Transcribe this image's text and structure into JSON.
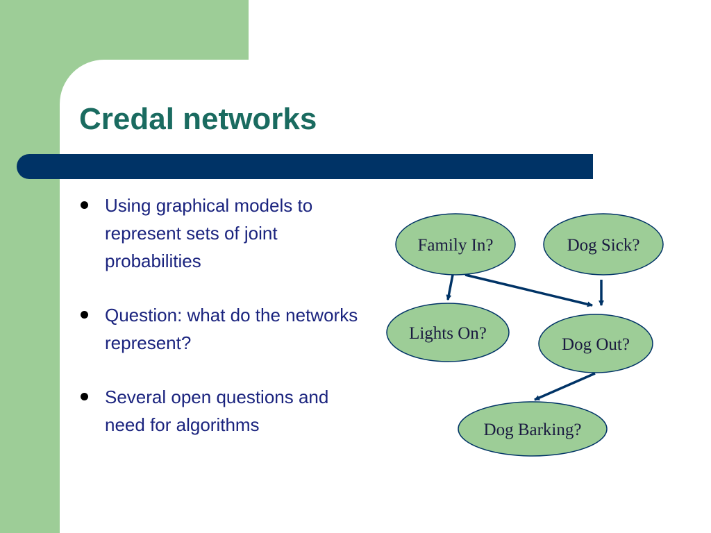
{
  "slide": {
    "title": "Credal networks",
    "bullets": [
      "Using graphical models to represent sets of joint probabilities",
      "Question: what do the networks represent?",
      "Several open questions and need for algorithms"
    ]
  },
  "diagram": {
    "nodes": [
      {
        "id": "family-in",
        "label": "Family In?"
      },
      {
        "id": "dog-sick",
        "label": "Dog Sick?"
      },
      {
        "id": "lights-on",
        "label": "Lights On?"
      },
      {
        "id": "dog-out",
        "label": "Dog Out?"
      },
      {
        "id": "dog-barking",
        "label": "Dog Barking?"
      }
    ],
    "edges": [
      {
        "from": "family-in",
        "to": "lights-on"
      },
      {
        "from": "family-in",
        "to": "dog-out"
      },
      {
        "from": "dog-sick",
        "to": "dog-out"
      },
      {
        "from": "dog-out",
        "to": "dog-barking"
      }
    ],
    "colors": {
      "node_fill": "#9dcd97",
      "node_stroke": "#003366",
      "edge": "#003366",
      "label": "#1a1a40"
    }
  }
}
